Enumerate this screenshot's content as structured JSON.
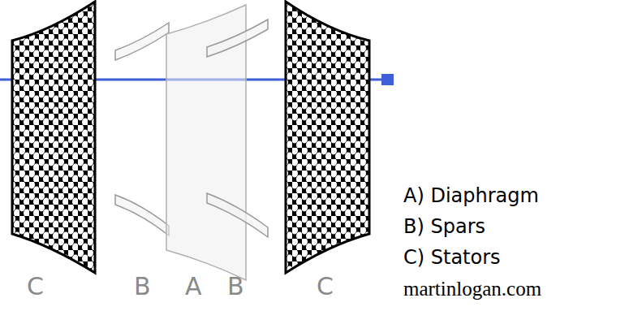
{
  "diagram": {
    "labels": [
      "C",
      "B",
      "A",
      "B",
      "C",
      "A) Diaphragm",
      "B) Spars",
      "C) Stators",
      "martinlogan.com"
    ]
  }
}
